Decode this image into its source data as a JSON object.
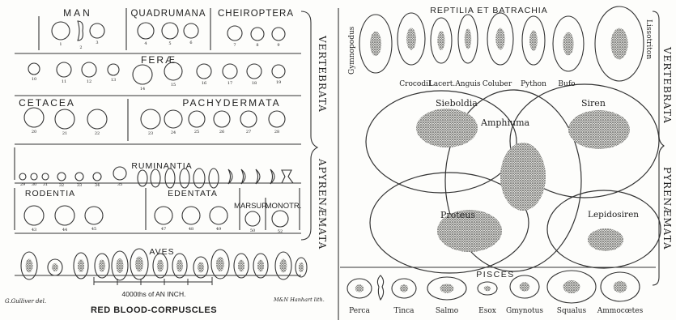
{
  "left_panel": {
    "groups": {
      "man": "MAN",
      "quadrumana": "QUADRUMANA",
      "cheiroptera": "CHEIROPTERA",
      "ferae": "FERÆ",
      "cetacea": "CETACEA",
      "pachydermata": "PACHYDERMATA",
      "ruminantia": "RUMINANTIA",
      "rodentia": "RODENTIA",
      "edentata": "EDENTATA",
      "marsup": "MARSUP.",
      "monotr": "MONOTR.",
      "aves": "AVES"
    },
    "side_labels": {
      "vertebrata": "VERTEBRATA",
      "apyrenaemata": "APYRENÆMATA"
    },
    "scale_label": "4000ths of AN INCH.",
    "title": "RED BLOOD-CORPUSCLES",
    "credit_left": "G.Gulliver del.",
    "credit_right": "M&N Hanhart lith."
  },
  "right_panel": {
    "header": "REPTILIA ET BATRACHIA",
    "species_top": [
      "Gymnopodus",
      "Crocodil.",
      "Lacert.",
      "Anguis",
      "Coluber",
      "Python",
      "Bufo",
      "Lissotriton"
    ],
    "amphibians": {
      "sieboldia": "Sieboldia",
      "amphiuma": "Amphiuma",
      "siren": "Siren",
      "proteus": "Proteus",
      "lepidosiren": "Lepidosiren"
    },
    "pisces_header": "PISCES",
    "fish": [
      "Perca",
      "Tinca",
      "Salmo",
      "Esox",
      "Gmynotus",
      "Squalus",
      "Ammocœtes"
    ],
    "side_labels": {
      "vertebrata": "VERTEBRATA",
      "pyrenaemata": "PYRENÆMATA"
    }
  }
}
